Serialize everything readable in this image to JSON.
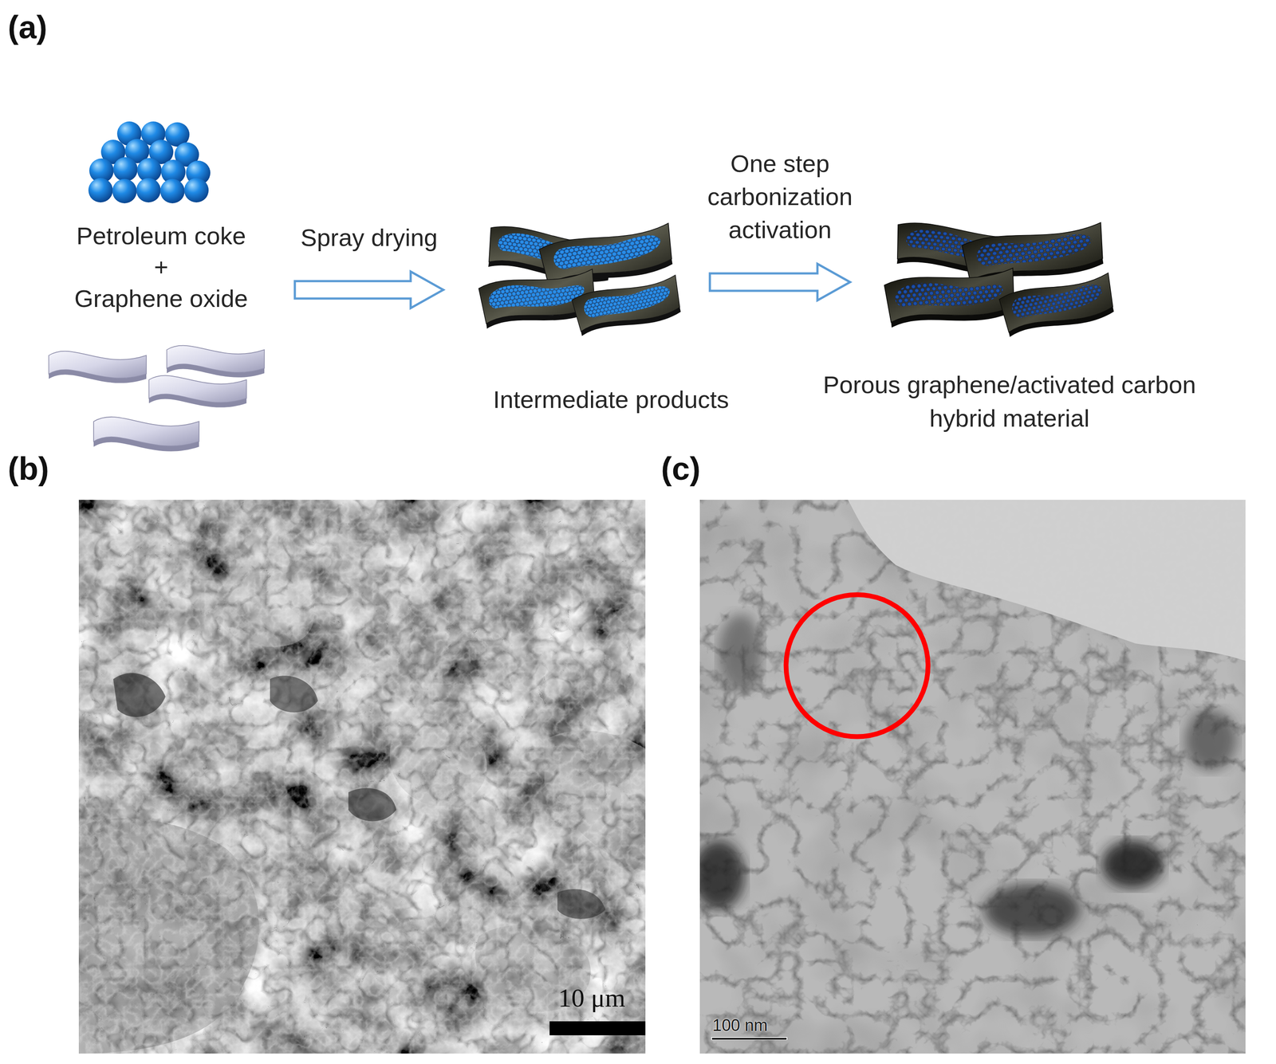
{
  "diagram": {
    "nodes": [
      {
        "text": [
          "Petroleum coke",
          "+",
          "Graphene oxide"
        ]
      },
      {
        "text": [
          "Intermediate products"
        ]
      },
      {
        "text": [
          "Porous graphene/activated carbon hybrid material"
        ]
      }
    ],
    "edges": [
      {
        "from": 0,
        "to": 1,
        "arrow": "to",
        "label": "Spray drying"
      },
      {
        "from": 1,
        "to": 2,
        "arrow": "to",
        "label": "One step carbonization activation"
      }
    ],
    "labels": [
      "(a)",
      "(b)",
      "(c)",
      "10 μm",
      "100 nm"
    ]
  }
}
